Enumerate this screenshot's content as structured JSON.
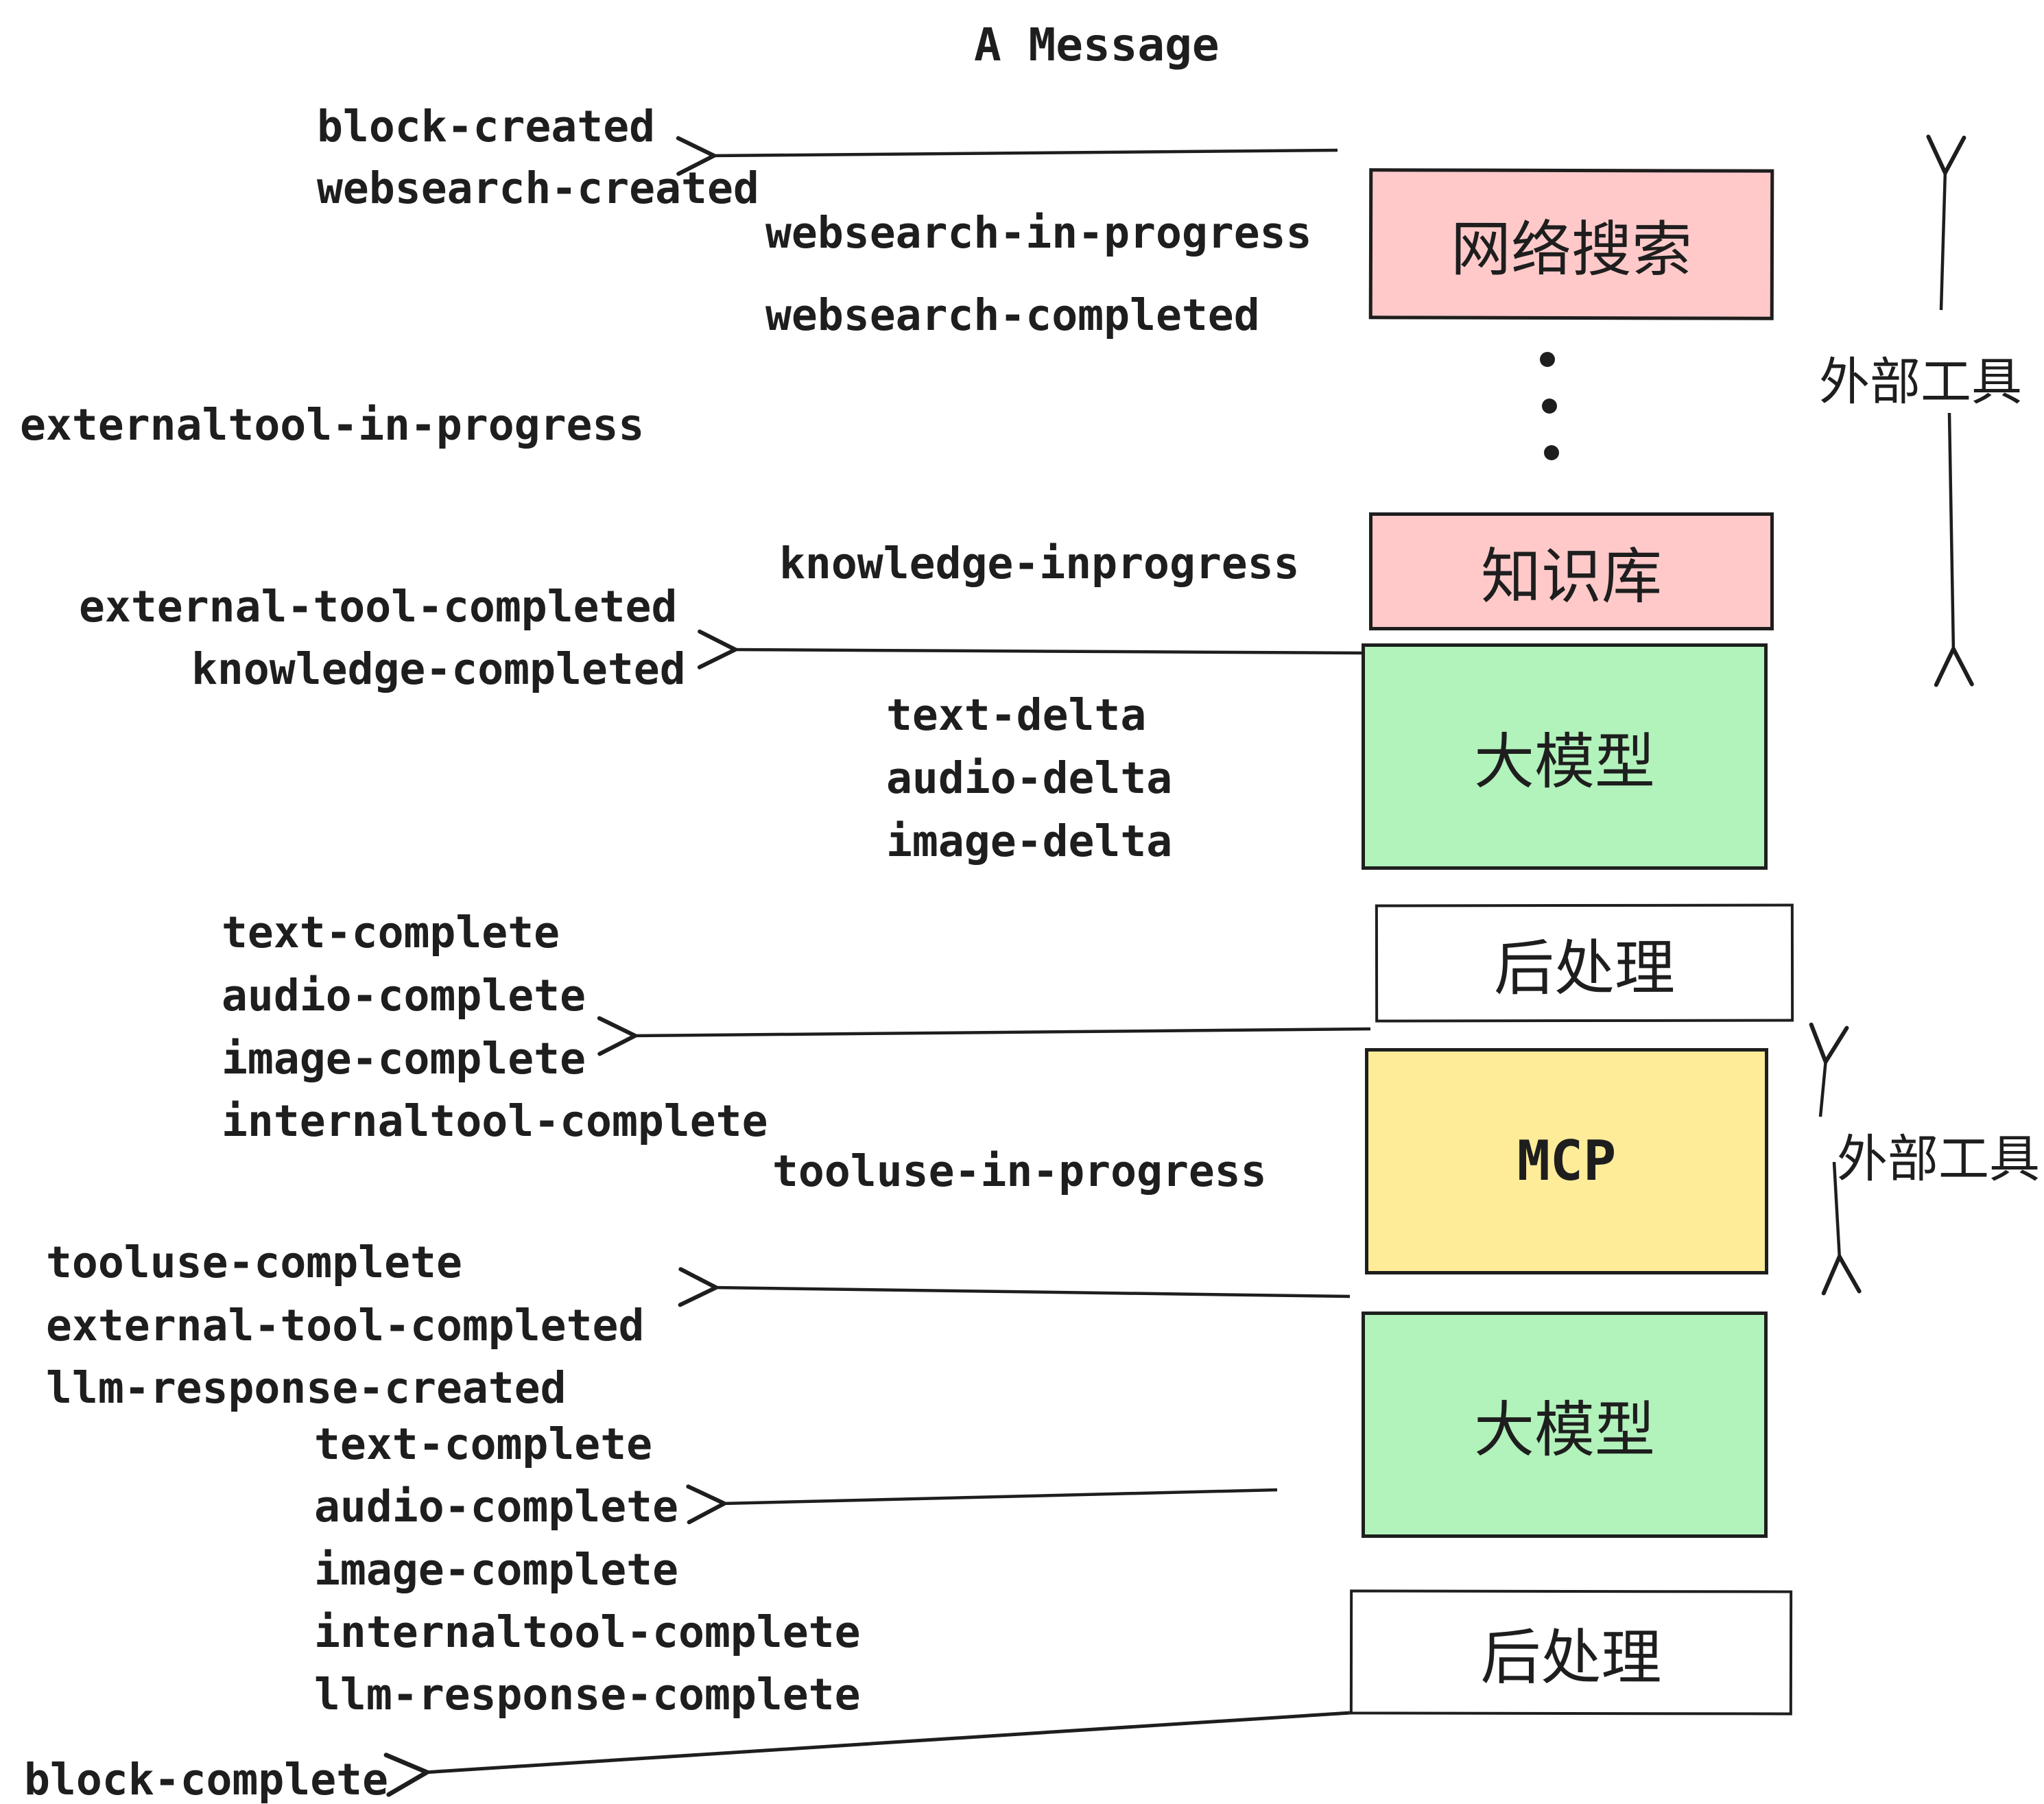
{
  "title": "A Message",
  "colors": {
    "ink": "#1e1e1e",
    "external_tool_box": "#ffc9c9",
    "llm_box": "#b2f2bb",
    "mcp_box": "#ffec99",
    "postprocess_box": "#ffffff",
    "background": "#ffffff"
  },
  "boxes": [
    {
      "id": "websearch",
      "label": "网络搜索",
      "color": "#ffc9c9"
    },
    {
      "id": "knowledge",
      "label": "知识库",
      "color": "#ffc9c9"
    },
    {
      "id": "llm-1",
      "label": "大模型",
      "color": "#b2f2bb"
    },
    {
      "id": "postprocess-1",
      "label": "后处理",
      "color": "#ffffff"
    },
    {
      "id": "mcp",
      "label": "MCP",
      "color": "#ffec99"
    },
    {
      "id": "llm-2",
      "label": "大模型",
      "color": "#b2f2bb"
    },
    {
      "id": "postprocess-2",
      "label": "后处理",
      "color": "#ffffff"
    }
  ],
  "events": [
    {
      "text": "block-created"
    },
    {
      "text": "websearch-created"
    },
    {
      "text": "websearch-in-progress"
    },
    {
      "text": "websearch-completed"
    },
    {
      "text": "externaltool-in-progress"
    },
    {
      "text": "knowledge-inprogress"
    },
    {
      "text": "external-tool-completed"
    },
    {
      "text": "knowledge-completed"
    },
    {
      "text": "text-delta"
    },
    {
      "text": "audio-delta"
    },
    {
      "text": "image-delta"
    },
    {
      "text": "text-complete"
    },
    {
      "text": "audio-complete"
    },
    {
      "text": "image-complete"
    },
    {
      "text": "internaltool-complete"
    },
    {
      "text": "tooluse-in-progress"
    },
    {
      "text": "tooluse-complete"
    },
    {
      "text": "external-tool-completed"
    },
    {
      "text": "llm-response-created"
    },
    {
      "text": "text-complete"
    },
    {
      "text": "audio-complete"
    },
    {
      "text": "image-complete"
    },
    {
      "text": "internaltool-complete"
    },
    {
      "text": "llm-response-complete"
    },
    {
      "text": "block-complete"
    }
  ],
  "side_labels": [
    {
      "text": "外部工具"
    },
    {
      "text": "外部工具"
    }
  ]
}
